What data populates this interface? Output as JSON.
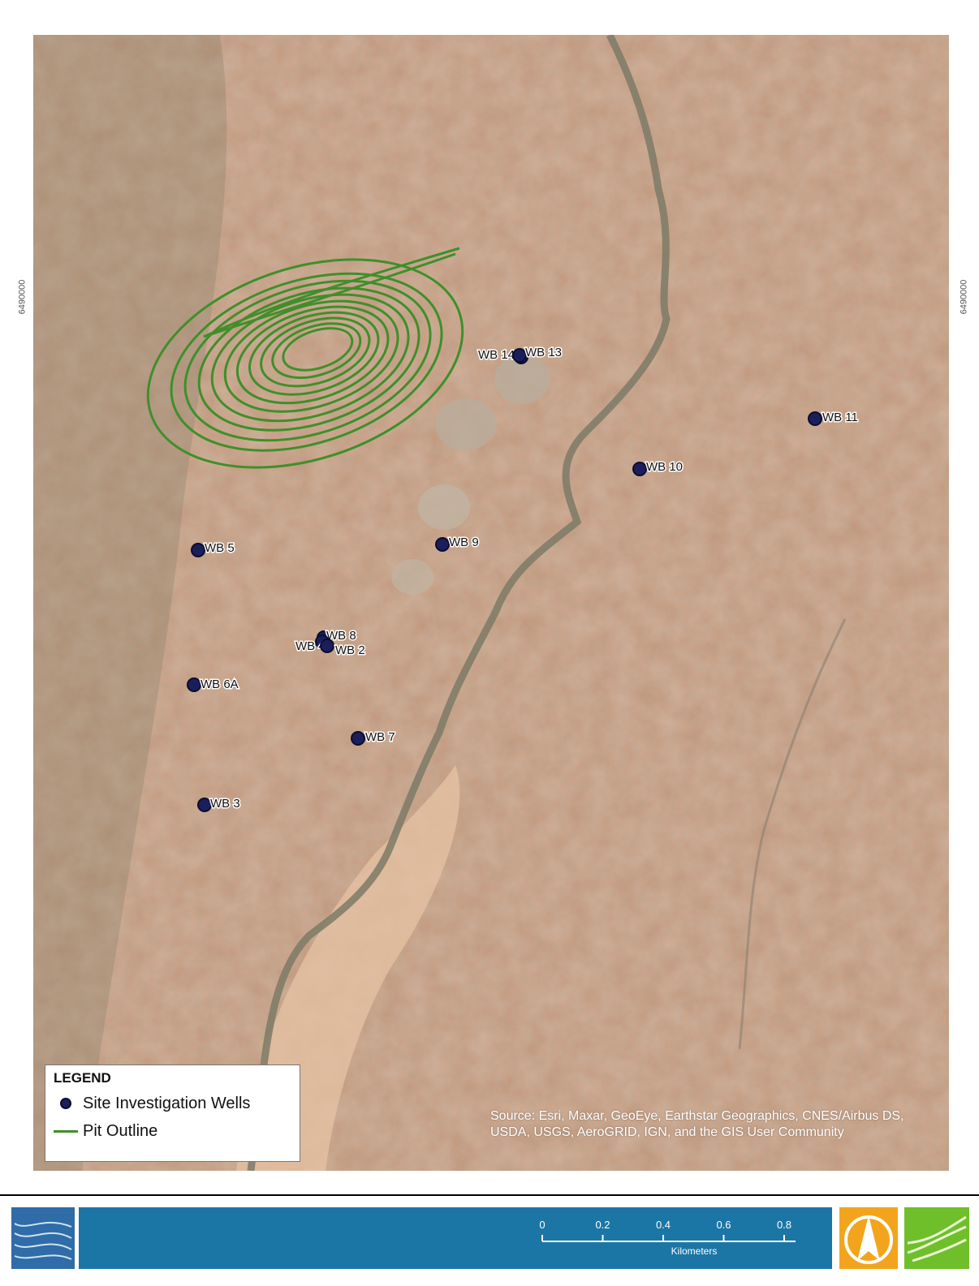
{
  "map": {
    "coordinate_label_left": "6490000",
    "coordinate_label_right": "6490000",
    "source_text": "Source: Esri, Maxar, GeoEye, Earthstar Geographics, CNES/Airbus DS, USDA, USGS, AeroGRID, IGN, and the GIS User Community",
    "colors": {
      "terrain": "#c19476",
      "terrain_light": "#d4aa8e",
      "creek": "#7c7a66",
      "pit_outline": "#3f8f2a",
      "well_fill": "#1a1f5c"
    },
    "wells": [
      {
        "label": "WB 14",
        "icon": "well-dot-icon"
      },
      {
        "label": "WB 13",
        "icon": "well-dot-icon"
      },
      {
        "label": "WB 11",
        "icon": "well-dot-icon"
      },
      {
        "label": "WB 10",
        "icon": "well-dot-icon"
      },
      {
        "label": "WB 9",
        "icon": "well-dot-icon"
      },
      {
        "label": "WB 5",
        "icon": "well-dot-icon"
      },
      {
        "label": "WB 8",
        "icon": "well-dot-icon"
      },
      {
        "label": "WB 4",
        "icon": "well-dot-icon"
      },
      {
        "label": "WB 2",
        "icon": "well-dot-icon"
      },
      {
        "label": "WB 6A",
        "icon": "well-dot-icon"
      },
      {
        "label": "WB 7",
        "icon": "well-dot-icon"
      },
      {
        "label": "WB 3",
        "icon": "well-dot-icon"
      }
    ]
  },
  "legend": {
    "title": "LEGEND",
    "items": [
      {
        "label": "Site Investigation Wells",
        "icon": "well-dot-icon"
      },
      {
        "label": "Pit Outline",
        "icon": "pit-line-icon"
      }
    ]
  },
  "footer": {
    "scale": {
      "ticks": [
        "0",
        "0.2",
        "0.4",
        "0.6",
        "0.8"
      ],
      "unit": "Kilometers"
    },
    "north_arrow_icon": "north-arrow-icon",
    "logo_left_icon": "company-logo-icon",
    "logo_right_icon": "project-logo-icon",
    "band_color": "#1b76a6",
    "north_box_color": "#f2a51c"
  }
}
